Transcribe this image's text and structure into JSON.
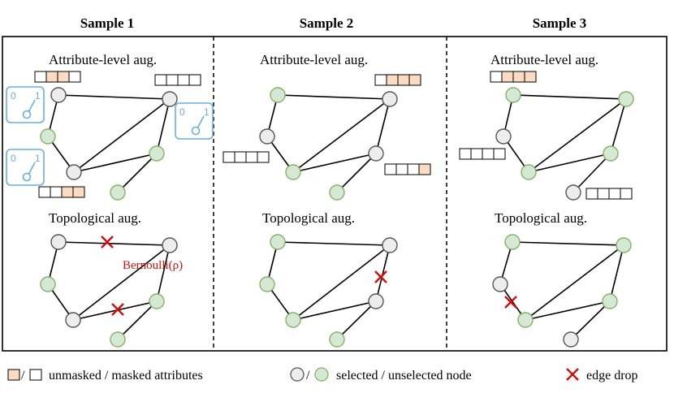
{
  "samples": [
    {
      "title": "Sample 1",
      "attr_label": "Attribute-level aug.",
      "topo_label": "Topological aug."
    },
    {
      "title": "Sample 2",
      "attr_label": "Attribute-level aug.",
      "topo_label": "Topological aug."
    },
    {
      "title": "Sample 3",
      "attr_label": "Attribute-level aug.",
      "topo_label": "Topological aug."
    }
  ],
  "annotation": {
    "bernoulli": "Bernoulli(ρ)",
    "switch_off": "0",
    "switch_on": "1"
  },
  "legend": {
    "attributes": "unmasked / masked attributes",
    "nodes": "selected / unselected node",
    "edge_drop": "edge drop",
    "slash": "/"
  },
  "colors": {
    "unmasked_fill": "#fbdcc2",
    "selected_fill": "#ededed",
    "unselected_fill": "#d5e8d4",
    "unselected_stroke": "#82b366",
    "drop_mark": "#cc1111",
    "switch": "#6aaee0"
  }
}
